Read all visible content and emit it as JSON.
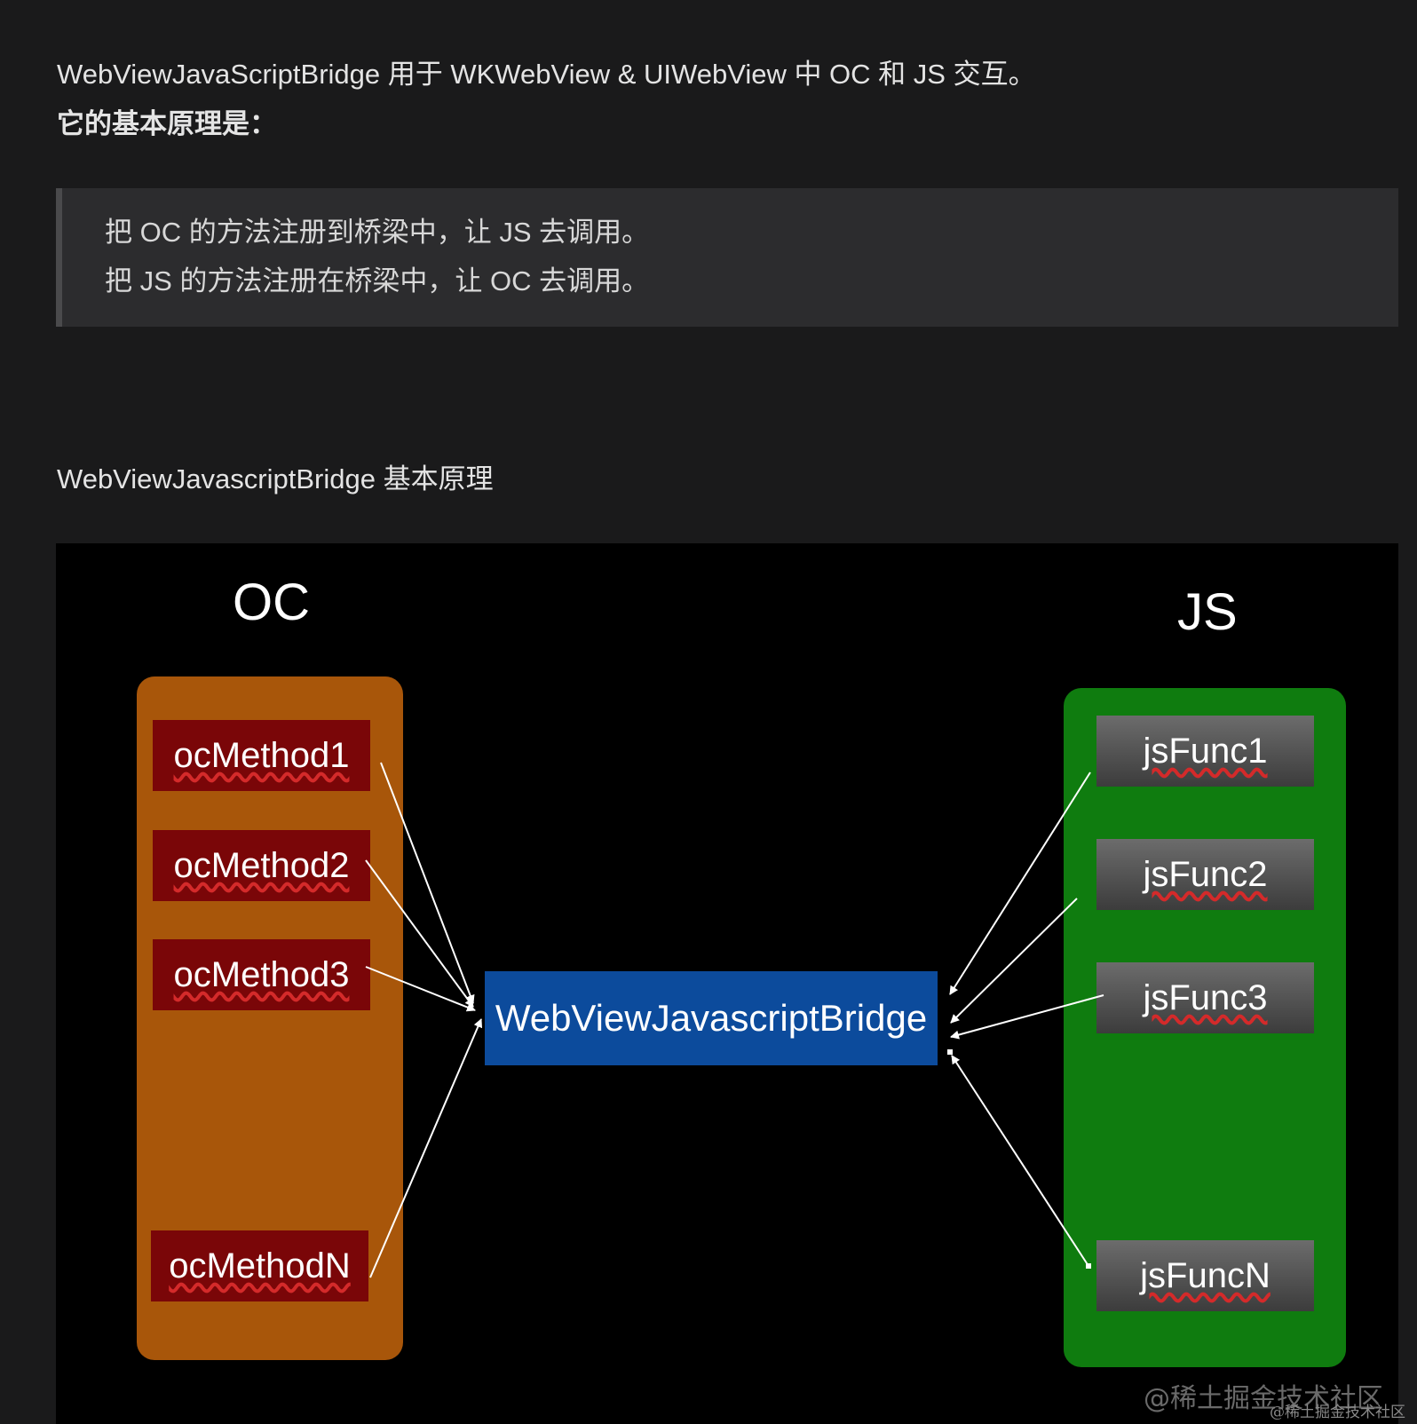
{
  "intro": {
    "line1": "WebViewJavaScriptBridge 用于 WKWebView & UIWebView 中 OC 和 JS 交互。",
    "line2": "它的基本原理是："
  },
  "quote": {
    "lines": [
      "把 OC 的方法注册到桥梁中，让 JS 去调用。",
      "把 JS 的方法注册在桥梁中，让 OC 去调用。"
    ]
  },
  "caption": "WebViewJavascriptBridge 基本原理",
  "diagram": {
    "oc_title": "OC",
    "js_title": "JS",
    "oc_methods": [
      "ocMethod1",
      "ocMethod2",
      "ocMethod3",
      "ocMethodN"
    ],
    "js_funcs": [
      "jsFunc1",
      "jsFunc2",
      "jsFunc3",
      "jsFuncN"
    ],
    "bridge_label": "WebViewJavascriptBridge",
    "colors": {
      "oc_panel": "#a8560a",
      "oc_box": "#7a0608",
      "js_panel": "#0f7c0f",
      "js_box": "#555555",
      "bridge": "#0c4b9c"
    },
    "watermark": "@稀土掘金技术社区"
  },
  "corner_watermark": "@稀土掘金技术社区"
}
